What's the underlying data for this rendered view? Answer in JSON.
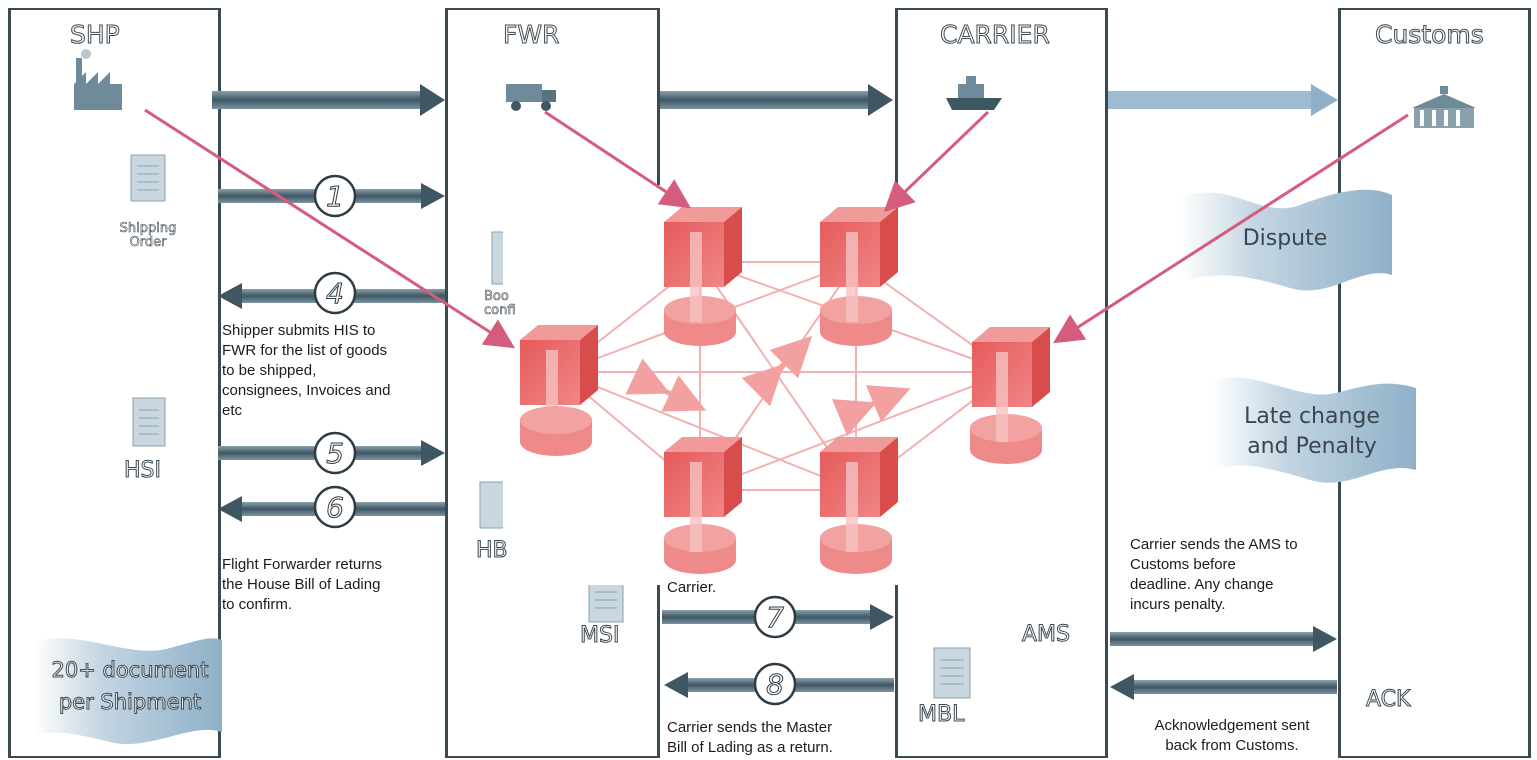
{
  "lanes": {
    "shp": {
      "title": "SHP"
    },
    "fwr": {
      "title": "FWR"
    },
    "carrier": {
      "title": "CARRIER"
    },
    "customs": {
      "title": "Customs"
    }
  },
  "documents": {
    "shipping_order": {
      "line1": "Shipping",
      "line2": "Order"
    },
    "hsi": "HSI",
    "hbl_partial": "HB",
    "booking_partial": {
      "line1": "Boo",
      "line2": "confi"
    },
    "msi": "MSI",
    "ams": "AMS",
    "mbl": "MBL",
    "ack": "ACK"
  },
  "steps": {
    "s1": "1",
    "s4": "4",
    "s5": "5",
    "s6": "6",
    "s7": "7",
    "s8": "8"
  },
  "descriptions": {
    "his_submit": [
      "Shipper submits HIS to",
      "FWR for the list of goods",
      "to be shipped,",
      "consignees, Invoices and",
      "etc"
    ],
    "hbl_return": [
      "Flight Forwarder returns",
      "the House Bill of Lading",
      "to confirm."
    ],
    "carrier_partial": "Carrier.",
    "master_bl": [
      "Carrier sends the Master",
      "Bill of Lading as a return."
    ],
    "ams_send": [
      "Carrier sends the AMS to",
      "Customs before",
      "deadline. Any change",
      "incurs penalty."
    ],
    "ack_sent": [
      "Acknowledgement sent",
      "back from Customs."
    ]
  },
  "banners": {
    "dispute": "Dispute",
    "late_change": [
      "Late change",
      "and Penalty"
    ],
    "doc_count": [
      "20+ document",
      "per Shipment"
    ]
  },
  "colors": {
    "lane_border": "#3a4a52",
    "arrow": "#4f6470",
    "banner": "#a9c3d6",
    "network_node": "#e86a6a",
    "network_link": "#f3b0b0",
    "pointer": "#d55c7c"
  }
}
